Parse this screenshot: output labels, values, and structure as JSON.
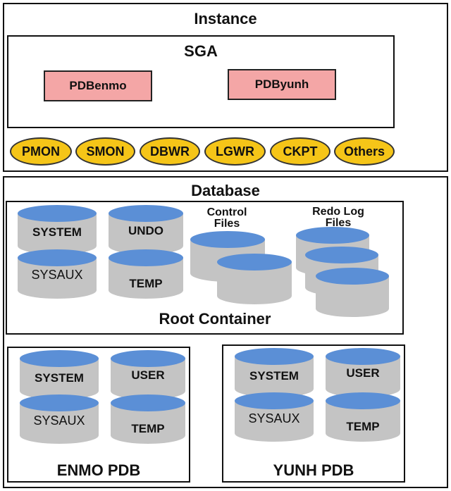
{
  "colors": {
    "cylinder_body": "#c4c4c4",
    "cylinder_top": "#5b8fd6",
    "pdb_memory": "#f4a6a6",
    "process": "#f5c518"
  },
  "instance": {
    "title": "Instance",
    "sga": {
      "title": "SGA",
      "pdbs": [
        "PDBenmo",
        "PDByunh"
      ]
    },
    "processes": [
      "PMON",
      "SMON",
      "DBWR",
      "LGWR",
      "CKPT",
      "Others"
    ]
  },
  "database": {
    "title": "Database",
    "root": {
      "title": "Root Container",
      "system": "SYSTEM",
      "sysaux": "SYSAUX",
      "undo": "UNDO",
      "temp": "TEMP",
      "control_files": "Control Files",
      "redo_log_files": "Redo Log Files"
    },
    "enmo": {
      "title": "ENMO PDB",
      "system": "SYSTEM",
      "sysaux": "SYSAUX",
      "user": "USER",
      "temp": "TEMP"
    },
    "yunh": {
      "title": "YUNH PDB",
      "system": "SYSTEM",
      "sysaux": "SYSAUX",
      "user": "USER",
      "temp": "TEMP"
    }
  }
}
